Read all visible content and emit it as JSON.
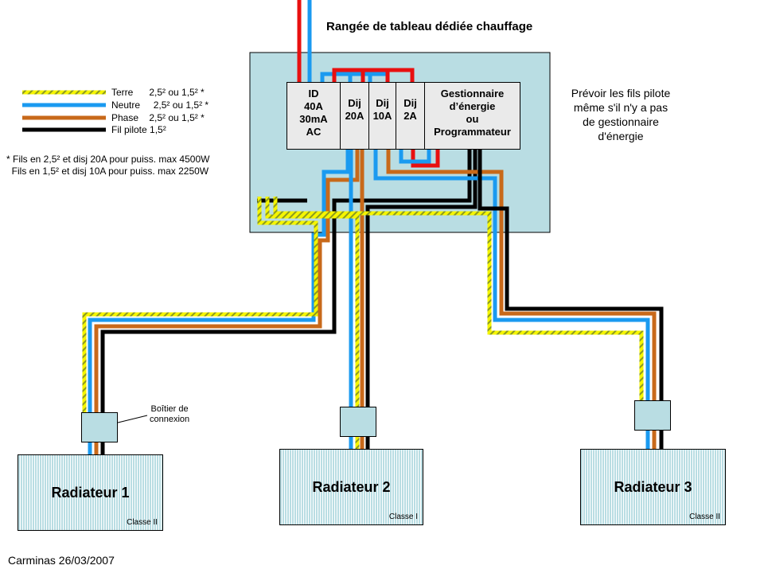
{
  "title": "Rangée de tableau dédiée chauffage",
  "colors": {
    "panel": "#b9dde3",
    "module": "#eaeaea",
    "terre_base": "#f5f500",
    "terre_stripe": "#8a9a20",
    "neutre": "#1a9af0",
    "phase": "#c8691a",
    "pilote": "#000000",
    "alimentation_phase": "#e81010"
  },
  "legend": {
    "items": [
      {
        "name": "Terre",
        "label": "Terre      2,5² ou 1,5² *",
        "wire": "terre"
      },
      {
        "name": "Neutre",
        "label": "Neutre     2,5² ou 1,5² *",
        "wire": "neutre"
      },
      {
        "name": "Phase",
        "label": "Phase    2,5² ou 1,5² *",
        "wire": "phase"
      },
      {
        "name": "Fil pilote",
        "label": "Fil pilote 1,5²",
        "wire": "pilote"
      }
    ],
    "notes": [
      "* Fils en 2,5² et disj 20A pour puiss. max 4500W",
      "  Fils en 1,5² et disj 10A pour puiss. max 2250W"
    ]
  },
  "panel": {
    "modules": [
      {
        "id": "id",
        "label": "ID\n40A\n30mA\nAC"
      },
      {
        "id": "dij20",
        "label": "Dij\n20A"
      },
      {
        "id": "dij10",
        "label": "Dij\n10A"
      },
      {
        "id": "dij2",
        "label": "Dij\n2A"
      },
      {
        "id": "gestionnaire",
        "label": "Gestionnaire\nd’énergie\nou\nProgrammateur"
      }
    ]
  },
  "note": "Prévoir les fils pilote\nmême s'il n'y a pas\nde gestionnaire\nd'énergie",
  "junction_label": "Boîtier de\nconnexion",
  "radiators": [
    {
      "name": "Radiateur 1",
      "classe": "Classe II"
    },
    {
      "name": "Radiateur 2",
      "classe": "Classe I"
    },
    {
      "name": "Radiateur 3",
      "classe": "Classe II"
    }
  ],
  "credit": "Carminas 26/03/2007"
}
